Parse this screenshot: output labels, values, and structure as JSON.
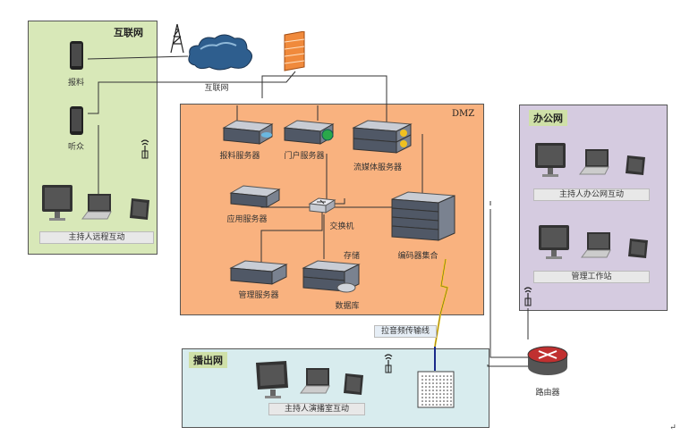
{
  "zones": {
    "internet": {
      "title": "互联网"
    },
    "dmz": {
      "title": "DMZ"
    },
    "office": {
      "title": "办公网"
    },
    "broadcast": {
      "title": "播出网"
    }
  },
  "nodes": {
    "cloud_label": "互联网",
    "reporter": "报料",
    "audience": "听众",
    "host_remote": "主持人远程互动",
    "report_server": "报料服务器",
    "portal_server": "门户服务器",
    "stream_server": "流媒体服务器",
    "app_server": "应用服务器",
    "switch": "交换机",
    "encoder_set": "编码器集合",
    "mgmt_server": "管理服务器",
    "storage": "存储",
    "database": "数据库",
    "host_office": "主持人办公网互动",
    "mgmt_station": "管理工作站",
    "audio_line": "拉音频传输线",
    "host_studio": "主持人演播室互动",
    "router": "路由器"
  },
  "icons": [
    "firewall-icon",
    "cloud-icon",
    "tower-icon",
    "tablet-icon",
    "monitor-icon",
    "laptop-icon",
    "server-icon",
    "switch-icon",
    "router-icon",
    "antenna-icon",
    "audio-panel-icon",
    "lightning-icon"
  ],
  "colors": {
    "internet_bg": "#d8e8b8",
    "dmz_bg": "#f9b27f",
    "office_bg": "#d5cbe0",
    "broadcast_bg": "#d8ecee"
  },
  "footer_mark": "↵"
}
